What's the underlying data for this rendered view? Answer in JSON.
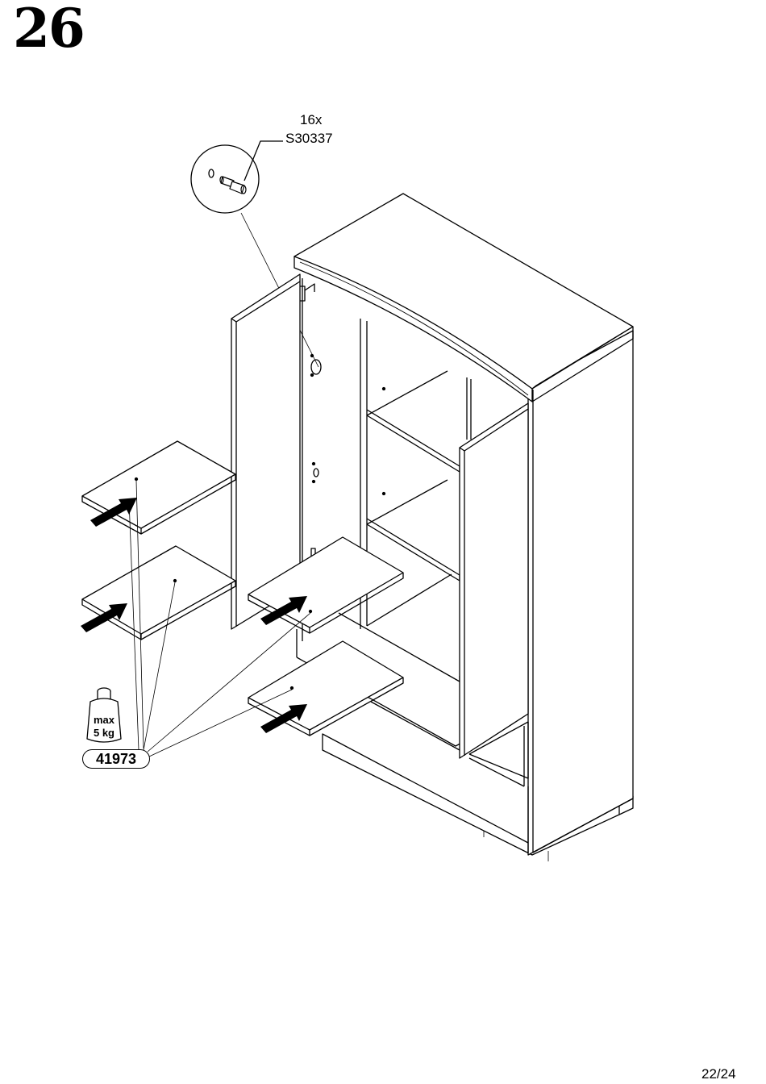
{
  "step": {
    "number": "26"
  },
  "part": {
    "quantity": "16x",
    "code": "S30337",
    "icon": "shelf-pin-icon"
  },
  "weight_limit": {
    "line1": "max",
    "line2": "5 kg",
    "icon": "weight-icon"
  },
  "article": {
    "code": "41973"
  },
  "page": {
    "number": "22/24"
  }
}
